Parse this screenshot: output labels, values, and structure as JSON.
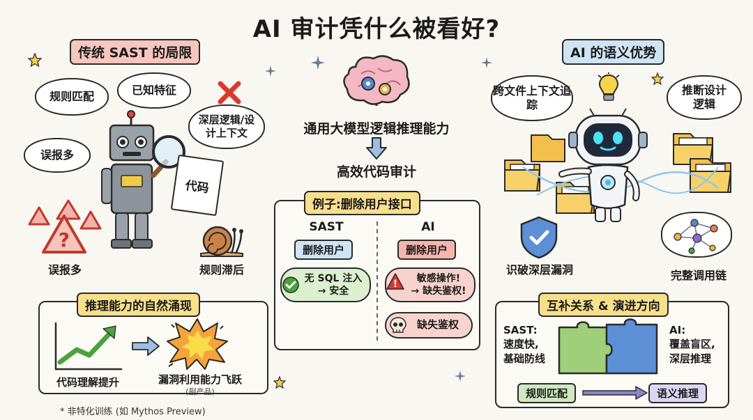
{
  "title": "AI 审计凭什么被看好?",
  "left": {
    "header": "传统 SAST 的局限",
    "bubbles": [
      "规则匹配",
      "已知特征",
      "误报多",
      "深层逻辑/设计上下文"
    ],
    "paper_label": "代码",
    "captions": [
      "误报多",
      "规则滞后"
    ]
  },
  "center": {
    "top_text": "通用大模型逻辑推理能力",
    "bottom_text": "高效代码审计",
    "example": {
      "header": "例子:删除用户接口",
      "sast": {
        "heading": "SAST",
        "pill": "删除用户",
        "result_line1": "无 SQL 注入",
        "result_line2": "→ 安全"
      },
      "ai": {
        "heading": "AI",
        "pill": "删除用户",
        "result_line1": "敏感操作!",
        "result_line2": "→ 缺失鉴权!",
        "result2": "缺失鉴权"
      }
    }
  },
  "right": {
    "header": "AI 的语义优势",
    "bubbles": [
      "跨文件上下文追踪",
      "推断设计逻辑"
    ],
    "captions": [
      "识破深层漏洞",
      "完整调用链"
    ]
  },
  "bottom_left": {
    "header": "推理能力的自然涌现",
    "left_caption": "代码理解提升",
    "right_caption": "漏洞利用能力飞跃",
    "right_sub": "(副产品)"
  },
  "bottom_right": {
    "header": "互补关系 & 演进方向",
    "sast_label": "SAST:",
    "sast_desc1": "速度快,",
    "sast_desc2": "基础防线",
    "ai_label": "AI:",
    "ai_desc1": "覆盖盲区,",
    "ai_desc2": "深层推理",
    "from_pill": "规则匹配",
    "to_pill": "语义推理"
  },
  "footnote": "* 非特化训练 (如 Mythos Preview)",
  "colors": {
    "pink": "#f6c6bf",
    "blue": "#cfe3f5",
    "yellow": "#f8df8c",
    "green": "#4aa33e",
    "red": "#d93a2e"
  }
}
